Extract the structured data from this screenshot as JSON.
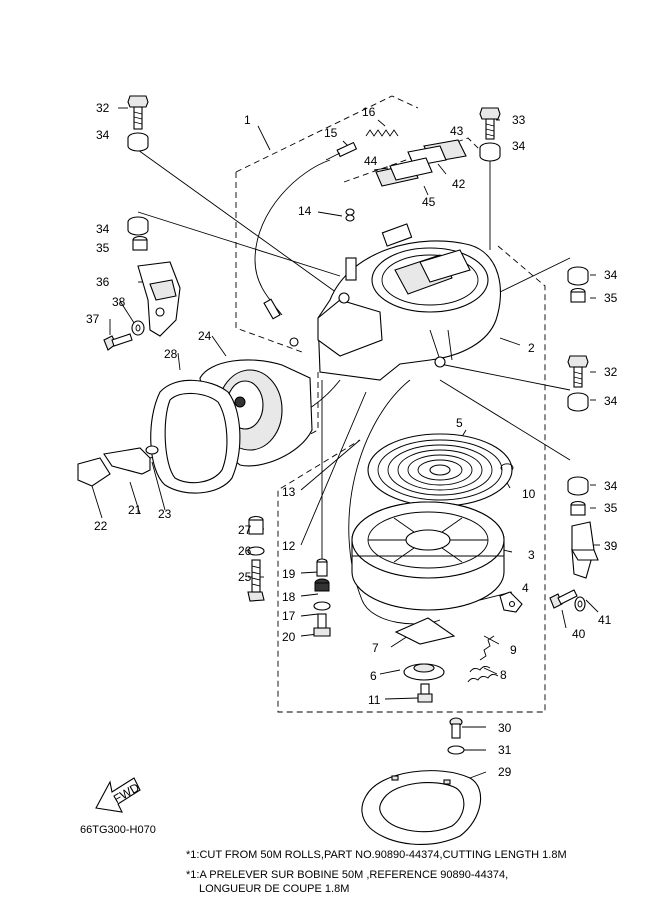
{
  "callouts": [
    "1",
    "2",
    "3",
    "4",
    "5",
    "6",
    "7",
    "8",
    "9",
    "10",
    "11",
    "12",
    "13",
    "14",
    "15",
    "16",
    "17",
    "18",
    "19",
    "20",
    "21",
    "22",
    "23",
    "24",
    "25",
    "26",
    "27",
    "28",
    "29",
    "30",
    "31",
    "32",
    "32",
    "33",
    "34",
    "34",
    "34",
    "34",
    "34",
    "34",
    "35",
    "35",
    "35",
    "36",
    "37",
    "38",
    "39",
    "40",
    "41",
    "42",
    "43",
    "44",
    "45"
  ],
  "fwd_label": "FWD",
  "diagram_code": "66TG300-H070",
  "notes": [
    "*1:CUT FROM 50M ROLLS,PART NO.90890-44374,CUTTING LENGTH 1.8M",
    "*1:A PRELEVER SUR BOBINE 50M ,REFERENCE 90890-44374,",
    "LONGUEUR DE COUPE 1.8M"
  ]
}
